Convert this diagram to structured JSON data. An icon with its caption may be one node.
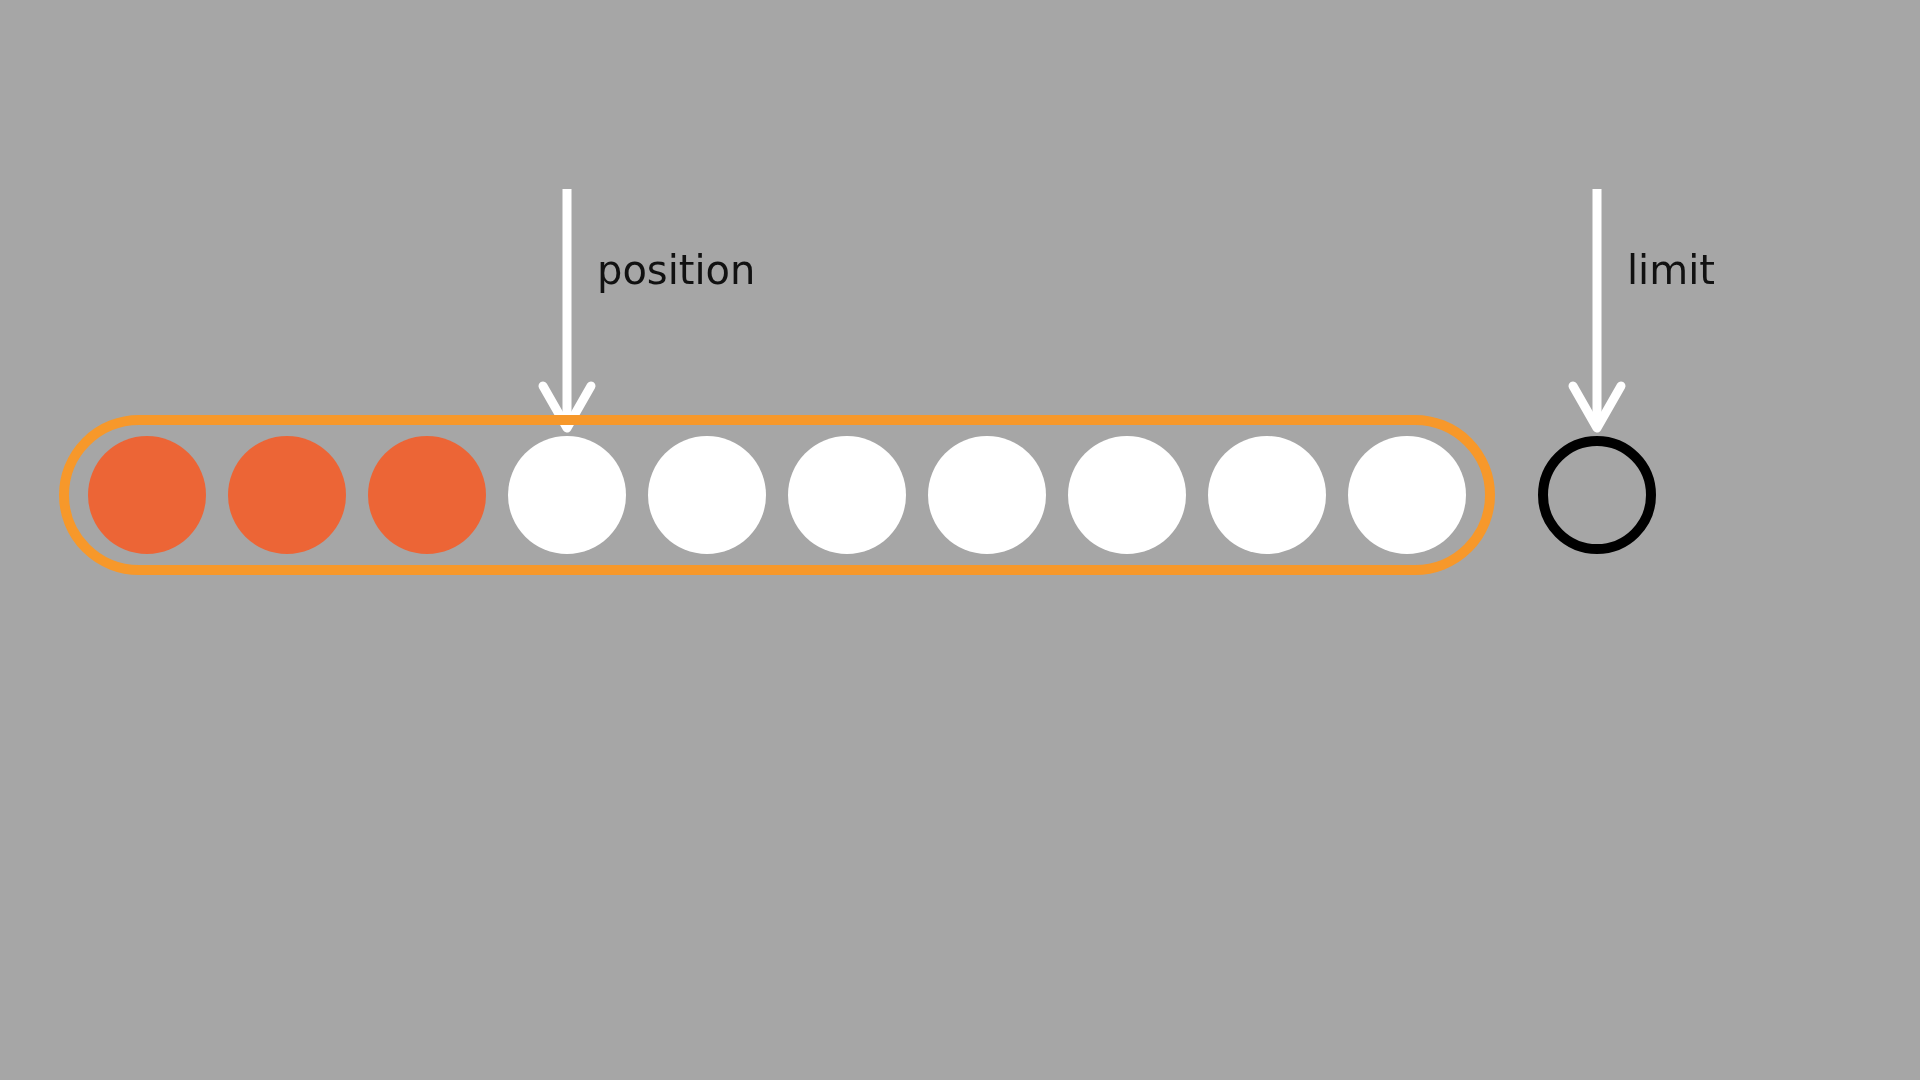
{
  "diagram": {
    "nodes": [
      {
        "text": [],
        "shape": "box"
      },
      {
        "text": [],
        "shape": "circle",
        "in": 0
      },
      {
        "text": [],
        "shape": "circle",
        "in": 0
      },
      {
        "text": [],
        "shape": "circle",
        "in": 0
      },
      {
        "text": [],
        "shape": "circle",
        "in": 0
      },
      {
        "text": [],
        "shape": "circle",
        "in": 0
      },
      {
        "text": [],
        "shape": "circle",
        "in": 0
      },
      {
        "text": [],
        "shape": "circle",
        "in": 0
      },
      {
        "text": [],
        "shape": "circle",
        "in": 0
      },
      {
        "text": [],
        "shape": "circle",
        "in": 0
      },
      {
        "text": [],
        "shape": "circle",
        "in": 0
      },
      {
        "text": [],
        "shape": "circle"
      }
    ],
    "edges": [
      {
        "from": null,
        "to": 4,
        "arrow": "to",
        "label": "position"
      },
      {
        "from": null,
        "to": 11,
        "arrow": "to",
        "label": "limit"
      }
    ]
  }
}
